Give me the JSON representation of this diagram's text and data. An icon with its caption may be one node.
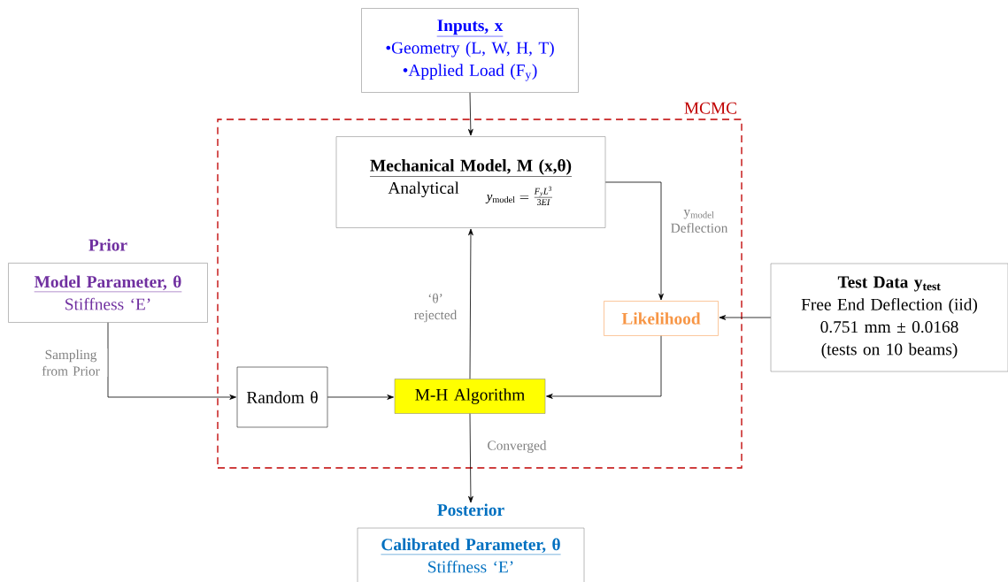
{
  "diagram": {
    "nodes": [
      {
        "text": [
          "Inputs, x",
          "•Geometry (L, W, H, T)",
          "•Applied Load (F$_{y}$)"
        ]
      },
      {
        "text": [
          "MCMC"
        ]
      },
      {
        "text": [
          "Mechanical Model, M (x,θ)",
          "Analytical",
          "y_{\\mathrm{model}} = \\frac{F_{y}L^{3}}{3EI}"
        ],
        "in": 1
      },
      {
        "text": [
          "Likelihood"
        ],
        "in": 1
      },
      {
        "text": [
          "Random θ"
        ],
        "in": 1
      },
      {
        "text": [
          "M-H Algorithm"
        ],
        "in": 1
      },
      {
        "text": [
          "Prior",
          "Model Parameter, θ",
          "Stiffness ‘E’"
        ]
      },
      {
        "text": [
          "Test Data y$_{test}$",
          "Free End Deflection (iid)",
          "0.751 mm ± 0.0168",
          "(tests on 10 beams)"
        ]
      },
      {
        "text": [
          "Posterior",
          "Calibrated Parameter, θ",
          "Stiffness ‘E’"
        ]
      }
    ],
    "edges": [
      {
        "from": 0,
        "to": 2,
        "arrow": "to"
      },
      {
        "from": 2,
        "to": 3,
        "arrow": "to",
        "label": "y$_{model}$ Deflection"
      },
      {
        "from": 7,
        "to": 3,
        "arrow": "to"
      },
      {
        "from": 3,
        "to": 5,
        "arrow": "to"
      },
      {
        "from": 6,
        "to": 4,
        "arrow": "to",
        "label": "Sampling from Prior"
      },
      {
        "from": 4,
        "to": 5,
        "arrow": "to"
      },
      {
        "from": 5,
        "to": 2,
        "arrow": "to",
        "label": "‘θ’ rejected"
      },
      {
        "from": 5,
        "to": 8,
        "arrow": "to",
        "label": "Converged"
      }
    ]
  }
}
